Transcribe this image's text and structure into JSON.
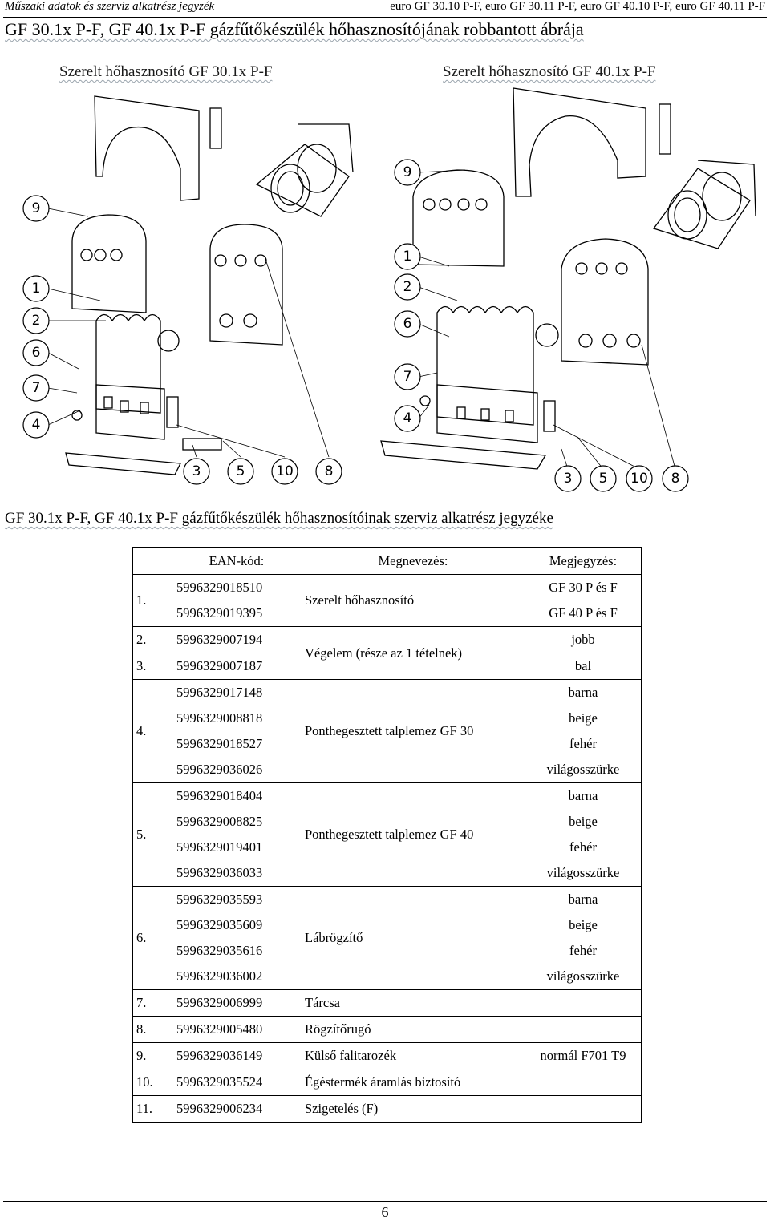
{
  "header": {
    "left": "Műszaki adatok és szerviz alkatrész jegyzék",
    "right": "euro GF 30.10 P-F, euro GF 30.11 P-F, euro GF 40.10 P-F, euro GF 40.11 P-F"
  },
  "title_diagram": "GF 30.1x P-F, GF 40.1x P-F gázfűtőkészülék hőhasznosítójának robbantott ábrája",
  "subtitle_left": "Szerelt hőhasznosító GF 30.1x P-F",
  "subtitle_right": "Szerelt hőhasznosító GF 40.1x P-F",
  "callouts_left": [
    "9",
    "1",
    "2",
    "6",
    "7",
    "4",
    "3",
    "5",
    "10",
    "8"
  ],
  "callouts_right": [
    "9",
    "1",
    "2",
    "6",
    "7",
    "4",
    "3",
    "5",
    "10",
    "8"
  ],
  "title_table": "GF 30.1x P-F, GF 40.1x P-F gázfűtőkészülék hőhasznosítóinak szerviz alkatrész jegyzéke",
  "table": {
    "headers": {
      "ean": "EAN-kód:",
      "name": "Megnevezés:",
      "note": "Megjegyzés:"
    },
    "g1": {
      "no": "1.",
      "name": "Szerelt hőhasznosító",
      "ean": [
        "5996329018510",
        "5996329019395"
      ],
      "note": [
        "GF 30 P és F",
        "GF 40 P és F"
      ]
    },
    "g2": {
      "no2": "2.",
      "no3": "3.",
      "name": "Végelem (része az 1 tételnek)",
      "ean": [
        "5996329007194",
        "5996329007187"
      ],
      "note": [
        "jobb",
        "bal"
      ]
    },
    "g4": {
      "no": "4.",
      "name": "Ponthegesztett talplemez GF 30",
      "ean": [
        "5996329017148",
        "5996329008818",
        "5996329018527",
        "5996329036026"
      ],
      "note": [
        "barna",
        "beige",
        "fehér",
        "világosszürke"
      ]
    },
    "g5": {
      "no": "5.",
      "name": "Ponthegesztett talplemez GF 40",
      "ean": [
        "5996329018404",
        "5996329008825",
        "5996329019401",
        "5996329036033"
      ],
      "note": [
        "barna",
        "beige",
        "fehér",
        "világosszürke"
      ]
    },
    "g6": {
      "no": "6.",
      "name": "Lábrögzítő",
      "ean": [
        "5996329035593",
        "5996329035609",
        "5996329035616",
        "5996329036002"
      ],
      "note": [
        "barna",
        "beige",
        "fehér",
        "világosszürke"
      ]
    },
    "rows": [
      {
        "no": "7.",
        "ean": "5996329006999",
        "name": "Tárcsa",
        "note": ""
      },
      {
        "no": "8.",
        "ean": "5996329005480",
        "name": "Rögzítőrugó",
        "note": ""
      },
      {
        "no": "9.",
        "ean": "5996329036149",
        "name": "Külső falitarozék",
        "note": "normál F701 T9"
      },
      {
        "no": "10.",
        "ean": "5996329035524",
        "name": "Égéstermék áramlás biztosító",
        "note": ""
      },
      {
        "no": "11.",
        "ean": "5996329006234",
        "name": "Szigetelés (F)",
        "note": ""
      }
    ]
  },
  "page_number": "6"
}
